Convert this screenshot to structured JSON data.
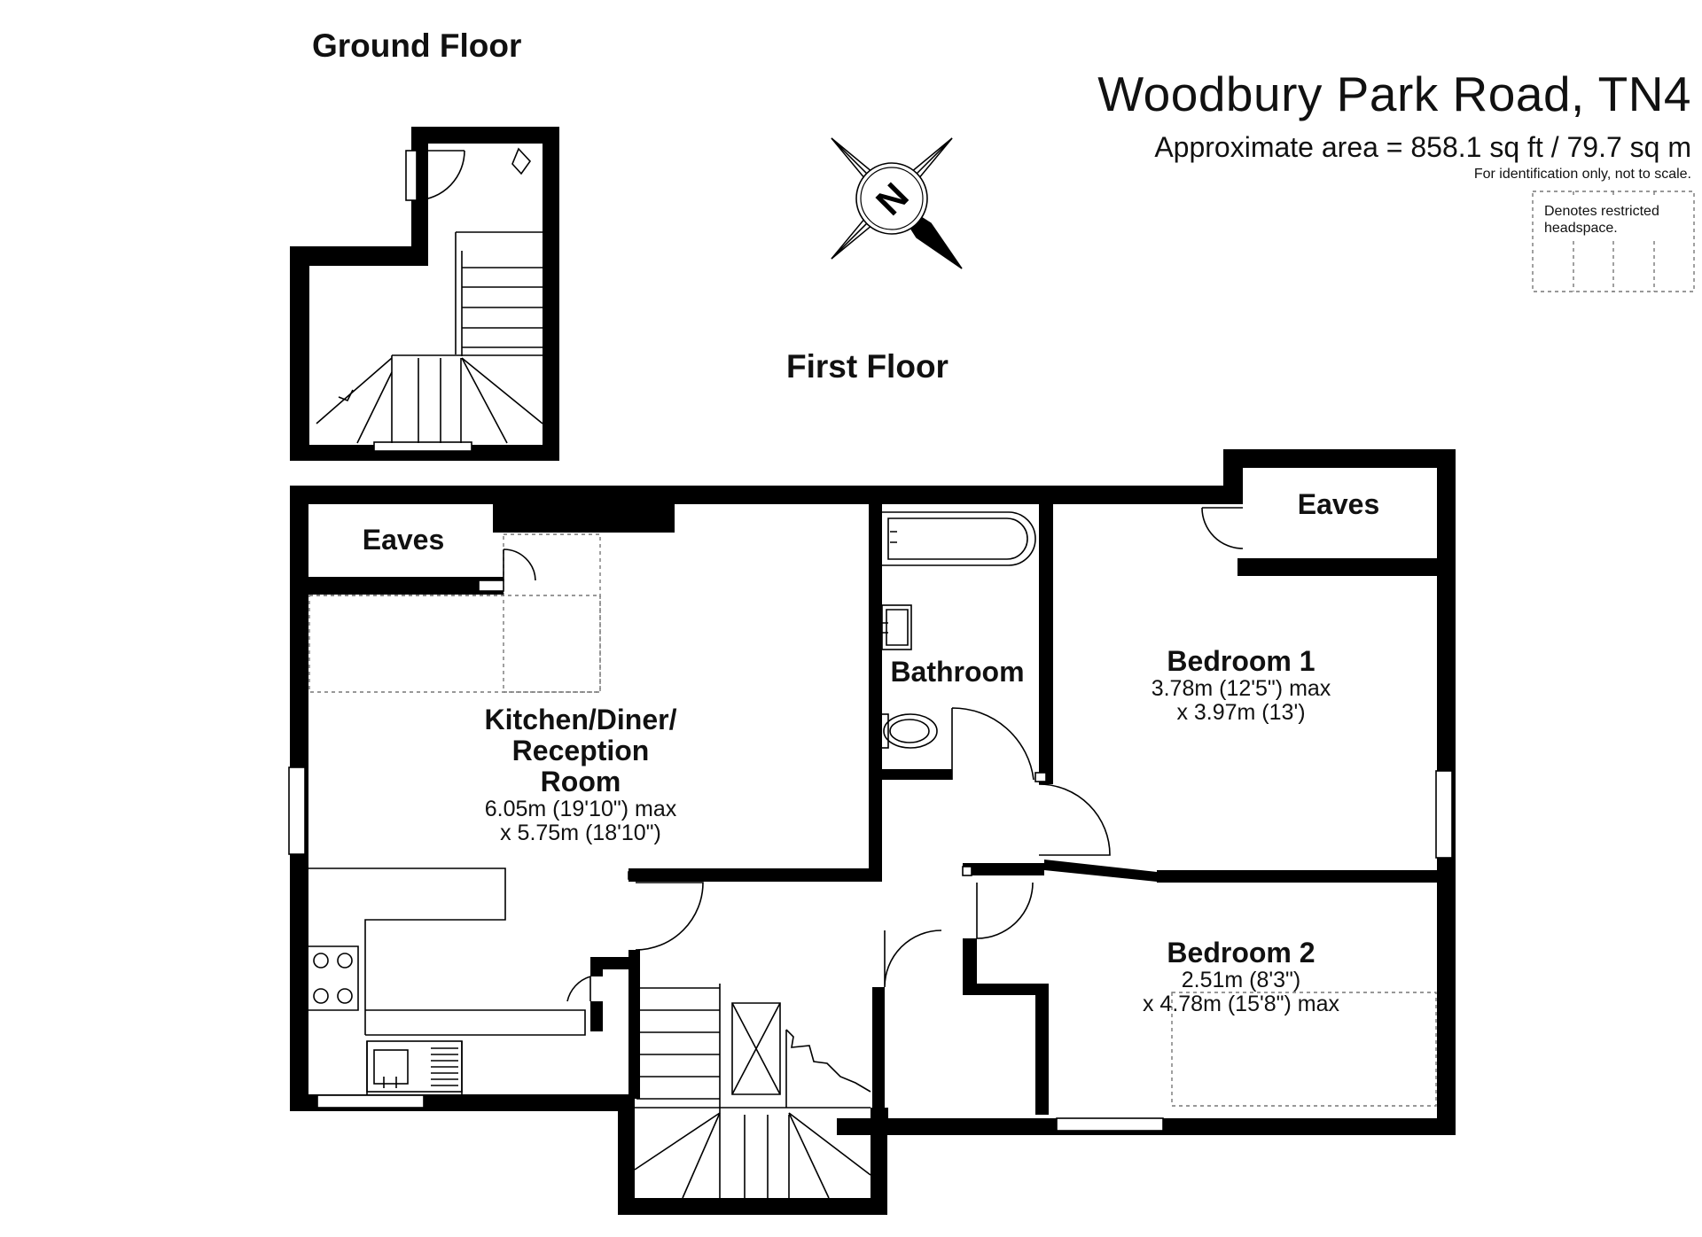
{
  "header": {
    "address": "Woodbury Park Road, TN4",
    "area": "Approximate area = 858.1 sq ft / 79.7 sq m",
    "note": "For identification only, not to scale."
  },
  "legend": {
    "text": "Denotes restricted headspace."
  },
  "compass": {
    "label": "N"
  },
  "floors": {
    "ground": "Ground Floor",
    "first": "First Floor"
  },
  "rooms": {
    "eaves_left": "Eaves",
    "eaves_right": "Eaves",
    "kitchen": {
      "name": "Kitchen/Diner/\nReception\nRoom",
      "dim1": "6.05m (19'10\") max",
      "dim2": "x 5.75m (18'10\")"
    },
    "bathroom": "Bathroom",
    "bedroom1": {
      "name": "Bedroom 1",
      "dim1": "3.78m (12'5\") max",
      "dim2": "x 3.97m (13')"
    },
    "bedroom2": {
      "name": "Bedroom 2",
      "dim1": "2.51m (8'3\")",
      "dim2": "x 4.78m (15'8\") max"
    }
  }
}
